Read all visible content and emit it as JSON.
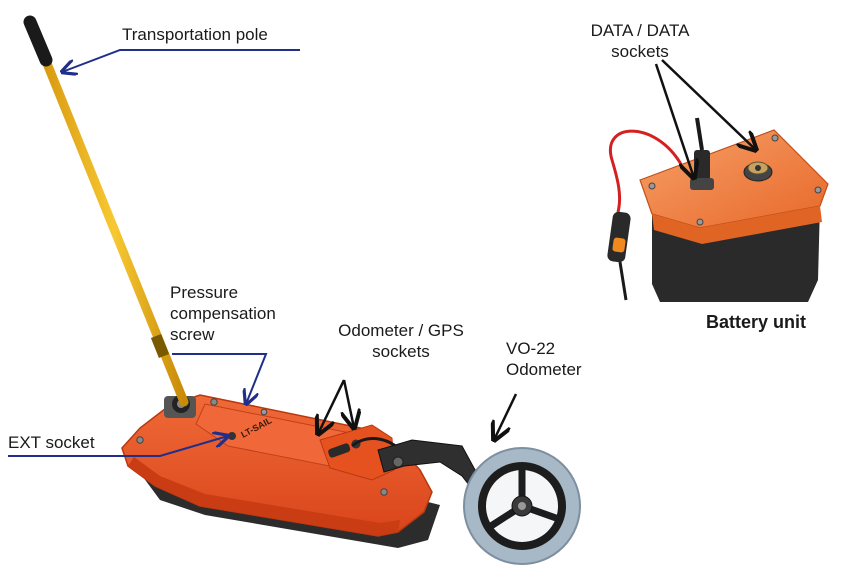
{
  "labels": {
    "transportation_pole": "Transportation pole",
    "data_sockets_line1": "DATA / DATA",
    "data_sockets_line2": "sockets",
    "pressure_line1": "Pressure",
    "pressure_line2": "compensation",
    "pressure_line3": "screw",
    "odometer_gps_line1": "Odometer / GPS",
    "odometer_gps_line2": "sockets",
    "vo22_line1": "VO-22",
    "vo22_line2": "Odometer",
    "ext_socket": "EXT socket",
    "battery_unit": "Battery unit"
  },
  "device_marking": "LT-SAIL",
  "colors": {
    "housing_orange": "#e8501e",
    "pole_yellow": "#f2b81c",
    "arrow_blue": "#1f2f8a",
    "arrow_black": "#111111",
    "battery_orange": "#ee7a3a",
    "battery_body": "#2a2a2a",
    "cable_red": "#d42020",
    "wheel_tire": "#9eb0bf"
  }
}
